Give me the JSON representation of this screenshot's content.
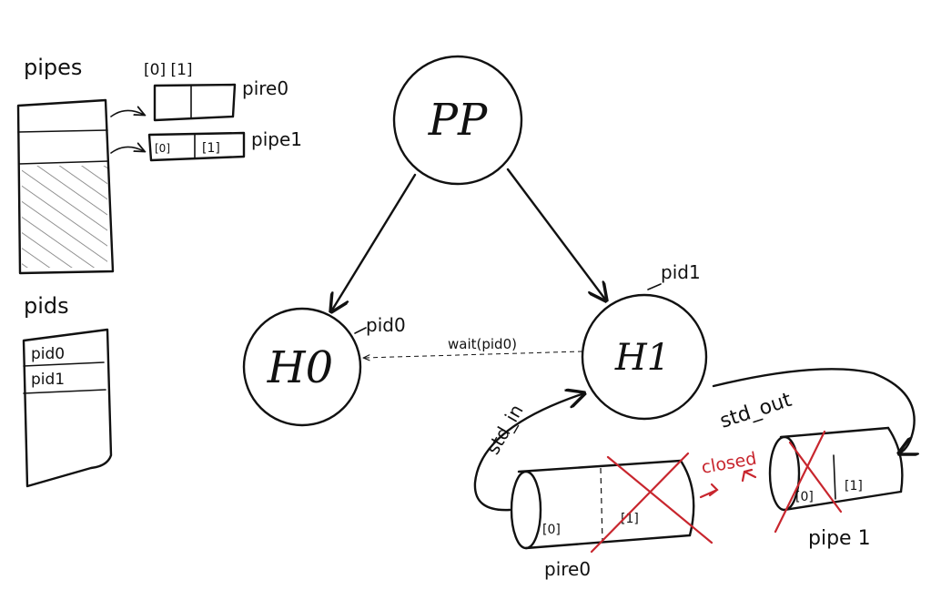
{
  "labels": {
    "pipes_title": "pipes",
    "pids_title": "pids",
    "pipe_index_header": "[0] [1]",
    "pipe0_name": "pire0",
    "pipe1_name": "pipe1",
    "cell_0": "[0]",
    "cell_1": "[1]",
    "pid0_row": "pid0",
    "pid1_row": "pid1"
  },
  "nodes": {
    "pp": "PP",
    "h0": "H0",
    "h1": "H1",
    "pid0_tag": "pid0",
    "pid1_tag": "pid1"
  },
  "edges": {
    "wait": "wait(pid0)"
  },
  "pipes_diagram": {
    "std_in": "std_in",
    "std_out": "std_out",
    "closed": "closed",
    "left_cell_0": "[0]",
    "left_cell_1": "[1]",
    "right_cell_0": "[0]",
    "right_cell_1": "[1]",
    "left_pipe_name": "pire0",
    "right_pipe_name": "pipe 1"
  },
  "colors": {
    "ink": "#111111",
    "cross": "#c8262e",
    "hatch": "#555555"
  }
}
